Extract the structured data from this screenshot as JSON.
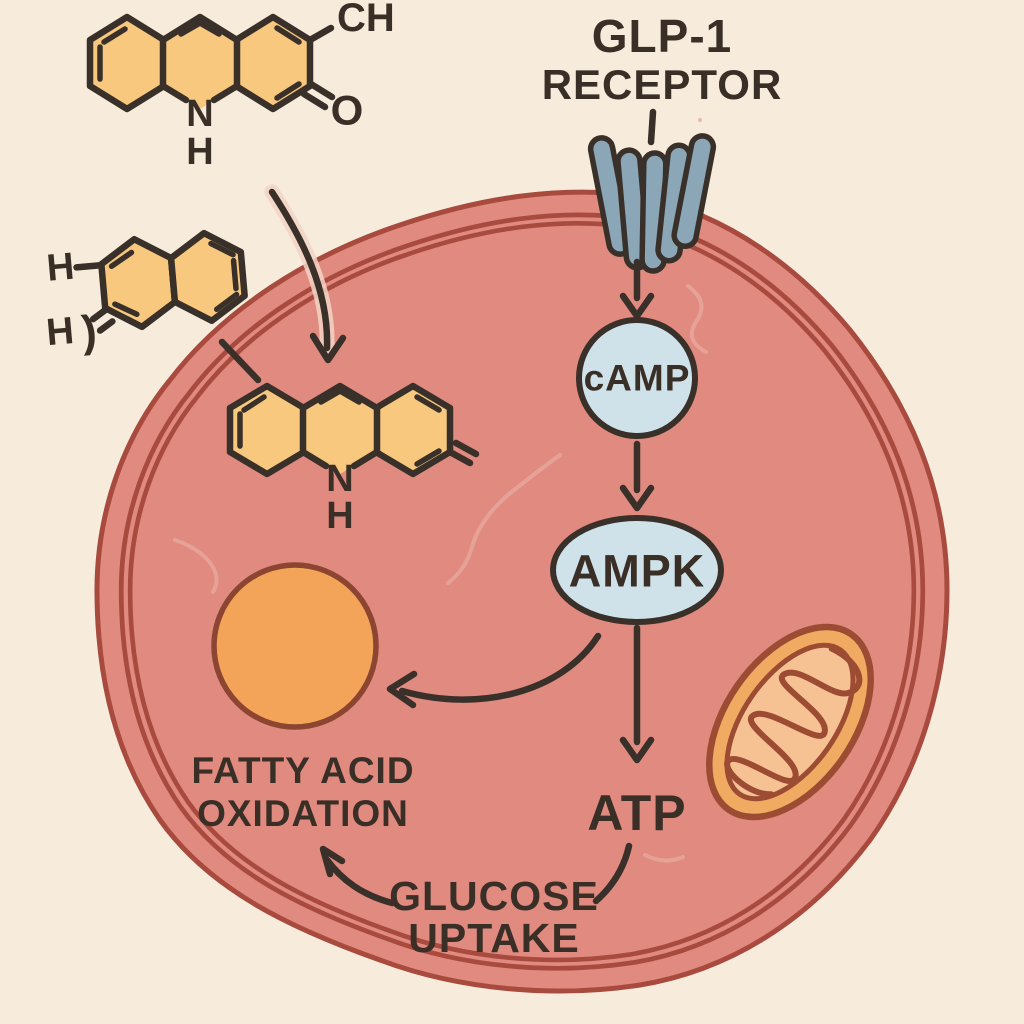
{
  "labels": {
    "glp1_line1": "GLP-1",
    "glp1_line2": "RECEPTOR",
    "camp": "cAMP",
    "ampk": "AMPK",
    "atp": "ATP",
    "fatty_line1": "FATTY ACID",
    "fatty_line2": "OXIDATION",
    "glucose_line1": "GLUCOSE",
    "glucose_line2": "UPTAKE"
  },
  "molecule_top": {
    "substituent": "CH",
    "oxygen": "O",
    "nitrogen": "N",
    "hydrogen": "H"
  },
  "molecule_left": {
    "hydrogen_top": "H",
    "hydrogen_bottom": "H",
    "carbon_curve": ")"
  },
  "molecule_cell": {
    "nitrogen": "N",
    "hydrogen": "H"
  },
  "colors": {
    "bg": "#f7ebdc",
    "text": "#3a2f26",
    "ink": "#39302a",
    "membrane_band": "#e08a80",
    "membrane_line": "#a84a3e",
    "cell_rim": "#f6cdc4",
    "cytoplasm": "#f5bbb3",
    "texture": "#e9a89e",
    "molecule_fill": "#f7c87d",
    "receptor_fill": "#8ba6b7",
    "node_fill": "#cfe1e9",
    "organelle_orange": "#f3a458",
    "organelle_border": "#8c4531",
    "mito_fill": "#f0aa61",
    "mito_inner": "#f6c294",
    "mito_line": "#9c4c33"
  }
}
